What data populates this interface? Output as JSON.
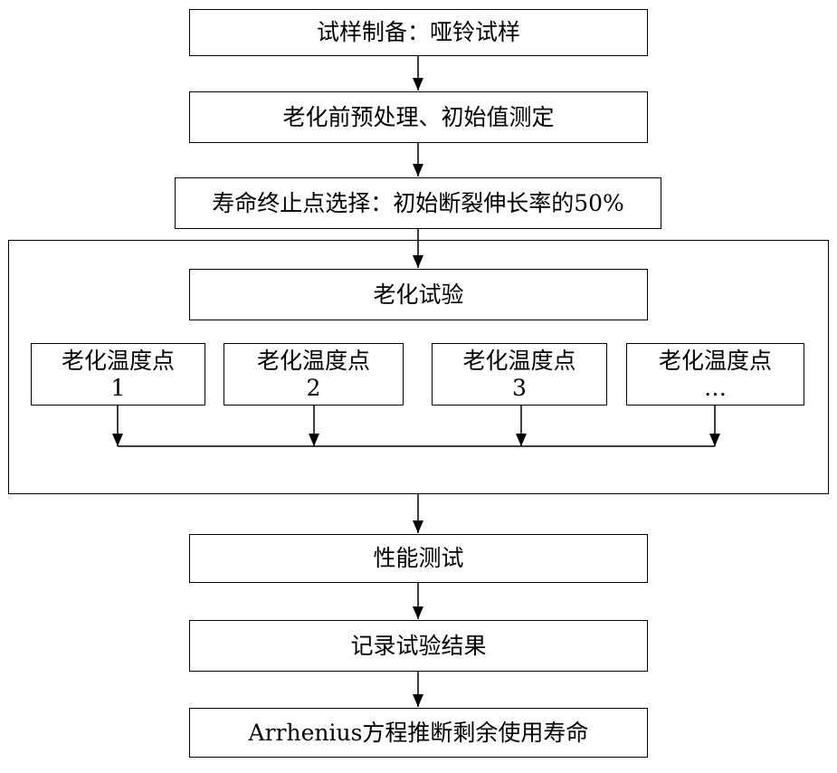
{
  "steps": {
    "sample_prep": "试样制备：哑铃试样",
    "pretreatment": "老化前预处理、初始值测定",
    "endpoint": "寿命终止点选择：初始断裂伸长率的50%",
    "aging_test": "老化试验",
    "temp_points": [
      "老化温度点\n1",
      "老化温度点\n2",
      "老化温度点\n3",
      "老化温度点\n…"
    ],
    "performance": "性能测试",
    "record": "记录试验结果",
    "arrhenius": "Arrhenius方程推断剩余使用寿命"
  }
}
